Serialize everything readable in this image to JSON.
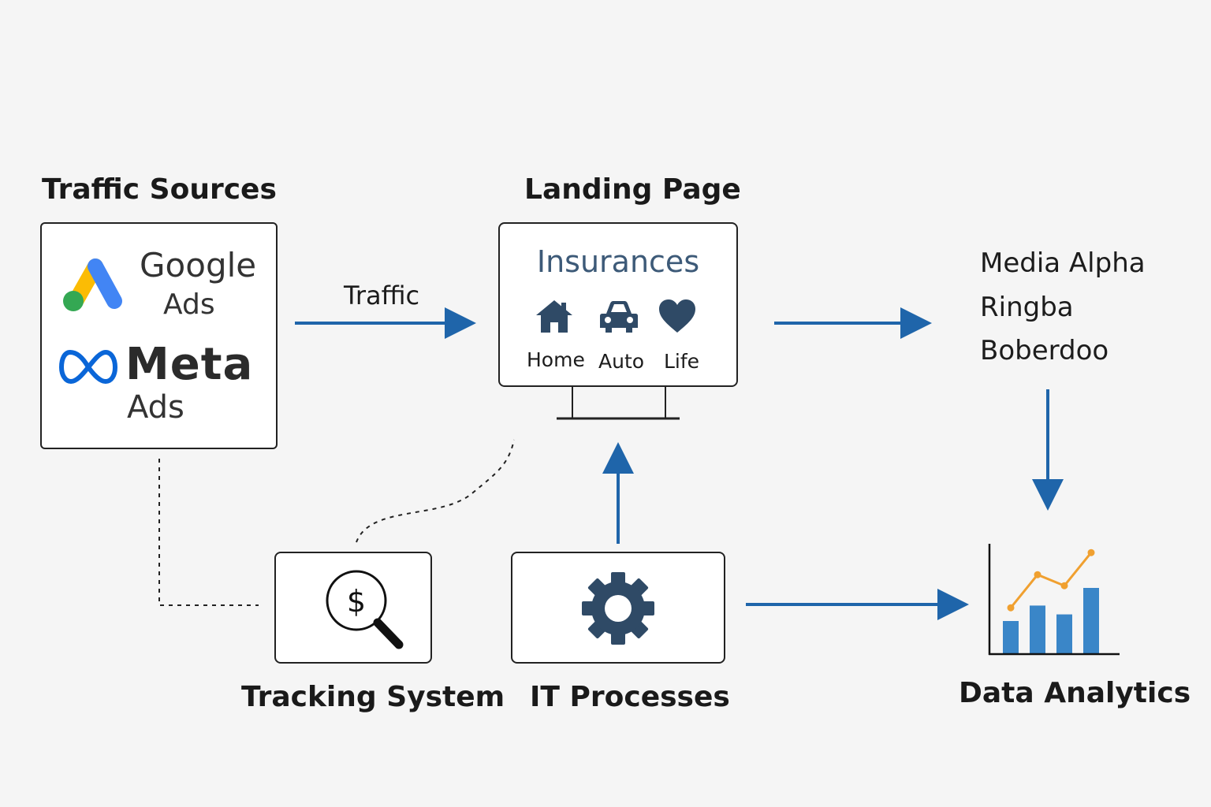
{
  "traffic_sources": {
    "heading": "Traffic Sources",
    "google": {
      "line1": "Google",
      "line2": "Ads",
      "icon": "google-ads-logo"
    },
    "meta": {
      "line1": "Meta",
      "line2": "Ads",
      "icon": "meta-logo"
    }
  },
  "traffic_label": "Traffic",
  "landing_page": {
    "heading": "Landing Page",
    "title": "Insurances",
    "items": [
      {
        "label": "Home",
        "icon": "house-icon"
      },
      {
        "label": "Auto",
        "icon": "car-icon"
      },
      {
        "label": "Life",
        "icon": "heart-icon"
      }
    ]
  },
  "destinations": [
    "Media Alpha",
    "Ringba",
    "Boberdoo"
  ],
  "tracking_system": {
    "label": "Tracking System",
    "icon": "dollar-search-icon"
  },
  "it_processes": {
    "label": "IT Processes",
    "icon": "gear-icon"
  },
  "data_analytics": {
    "label": "Data Analytics",
    "icon": "chart-icon",
    "bars": [
      0.3,
      0.44,
      0.36,
      0.6
    ],
    "trend": [
      0.42,
      0.72,
      0.62,
      0.92
    ]
  },
  "colors": {
    "arrow": "#1f65aa",
    "icon_dark": "#2f4a66",
    "bar": "#3a86c8",
    "trend": "#f0a030",
    "title_blue": "#3d5a78"
  }
}
